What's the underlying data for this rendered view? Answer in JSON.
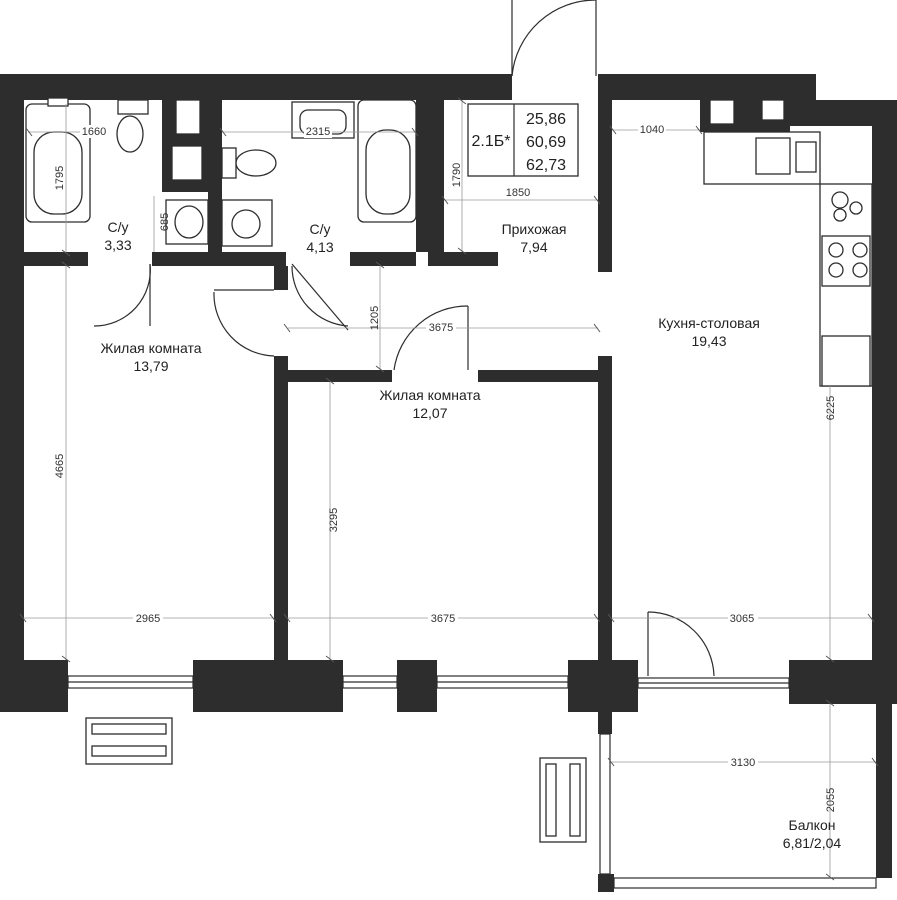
{
  "plan": {
    "apartment_info": {
      "type": "2.1Б*",
      "area_living": "25,86",
      "area_total": "60,69",
      "area_total_balcony": "62,73"
    },
    "rooms": [
      {
        "name": "С/у",
        "area": "3,33"
      },
      {
        "name": "С/у",
        "area": "4,13"
      },
      {
        "name": "Прихожая",
        "area": "7,94"
      },
      {
        "name": "Жилая комната",
        "area": "13,79"
      },
      {
        "name": "Жилая комната",
        "area": "12,07"
      },
      {
        "name": "Кухня-столовая",
        "area": "19,43"
      },
      {
        "name": "Балкон",
        "area": "6,81/2,04"
      }
    ],
    "dimensions": {
      "bath1_width": "1660",
      "bath1_depth": "1795",
      "bath1_niche": "685",
      "bath2_width": "2315",
      "hall_depth": "1790",
      "hall_width": "1850",
      "kitchen_top": "1040",
      "corridor_depth": "1205",
      "corridor_width": "3675",
      "room1_depth": "4665",
      "room1_width": "2965",
      "room2_depth": "3295",
      "room2_width": "3675",
      "kitchen_width": "3065",
      "kitchen_depth": "6225",
      "balcony_width": "3130",
      "balcony_depth": "2055"
    }
  }
}
